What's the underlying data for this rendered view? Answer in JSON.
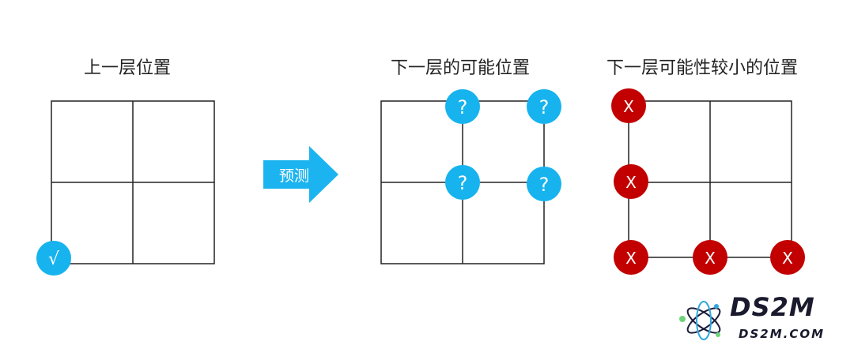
{
  "panels": [
    {
      "title": "上一层位置"
    },
    {
      "title": "下一层的可能位置"
    },
    {
      "title": "下一层可能性较小的位置"
    }
  ],
  "arrow": {
    "label": "预测"
  },
  "markers": {
    "current": "√",
    "possible": "?",
    "unlikely": "X"
  },
  "colors": {
    "blue": "#16b3ee",
    "red": "#c20000",
    "grid": "#222222",
    "arrow": "#1cb4f0"
  },
  "logo": {
    "brand": "DS2M",
    "url": "DS2M.COM"
  }
}
